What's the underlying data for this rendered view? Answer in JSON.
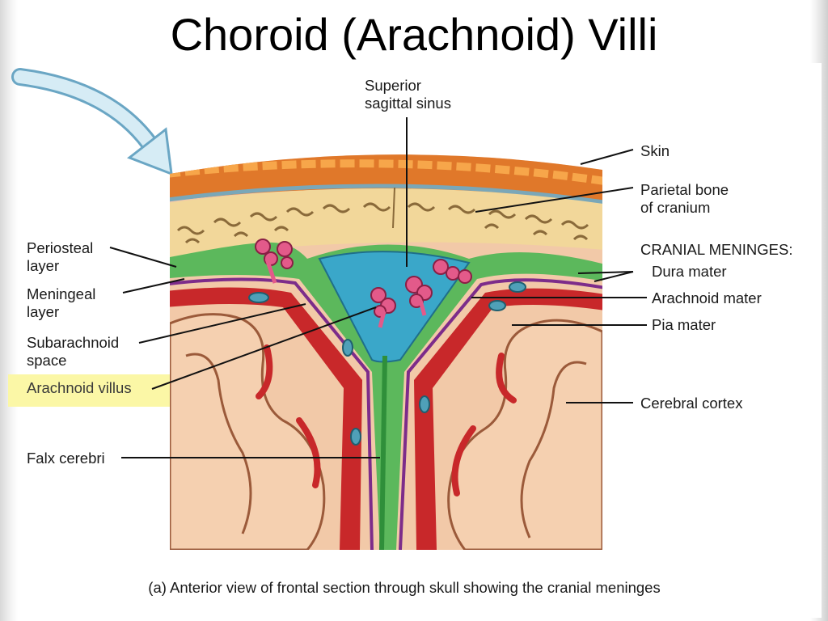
{
  "slide": {
    "title": "Choroid (Arachnoid) Villi"
  },
  "labels": {
    "superior_sagittal_sinus": "Superior\nsagittal sinus",
    "skin": "Skin",
    "parietal_bone": "Parietal bone\nof cranium",
    "cranial_meninges_heading": "CRANIAL MENINGES:",
    "dura_mater": "Dura mater",
    "arachnoid_mater": "Arachnoid mater",
    "pia_mater": "Pia mater",
    "cerebral_cortex": "Cerebral cortex",
    "periosteal_layer": "Periosteal\nlayer",
    "meningeal_layer": "Meningeal\nlayer",
    "subarachnoid_space": "Subarachnoid\nspace",
    "arachnoid_villus": "Arachnoid villus",
    "falx_cerebri": "Falx cerebri"
  },
  "caption": "(a) Anterior view of frontal section through skull showing the cranial meninges",
  "colors": {
    "skin": "#e0782a",
    "bone": "#f2d79a",
    "dura": "#5cb85c",
    "sinus": "#3aa7c9",
    "vessel": "#c8282a",
    "cortex": "#f2c9a8",
    "highlight": "#fbf7a6",
    "arrow": "#cfe8f2"
  }
}
